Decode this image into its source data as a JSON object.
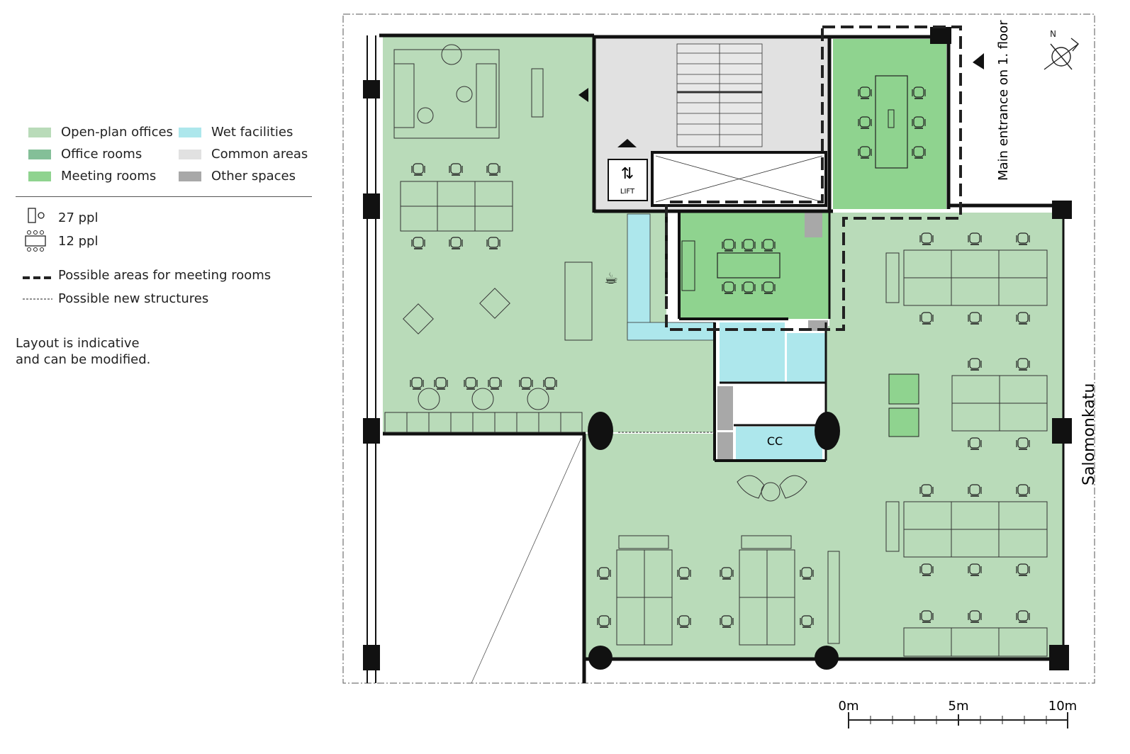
{
  "legend": {
    "categories": [
      {
        "label": "Open-plan offices",
        "color": "#b9dbb9"
      },
      {
        "label": "Office rooms",
        "color": "#84bf98"
      },
      {
        "label": "Meeting rooms",
        "color": "#8fd38f"
      },
      {
        "label": "Wet facilities",
        "color": "#ade7ec"
      },
      {
        "label": "Common areas",
        "color": "#e1e1e1"
      },
      {
        "label": "Other spaces",
        "color": "#a8a8a8"
      }
    ],
    "capacity_27": "27 ppl",
    "capacity_12": "12 ppl",
    "dashed_thick": "Possible areas for meeting rooms",
    "dashed_thin": "Possible new structures",
    "note_line1": "Layout is indicative",
    "note_line2": "and can be modified."
  },
  "plan": {
    "lift_label": "LIFT",
    "cc_label": "CC",
    "street_label": "Salomonkatu",
    "entrance_label": "Main entrance on 1. floor",
    "north_label": "N"
  },
  "scale": {
    "labels": [
      "0m",
      "5m",
      "10m"
    ]
  },
  "colors": {
    "open_plan": "#b9dbb9",
    "meeting": "#8fd38f",
    "wet": "#ade7ec",
    "common": "#e1e1e1",
    "other": "#a8a8a8",
    "wall": "#111111"
  }
}
